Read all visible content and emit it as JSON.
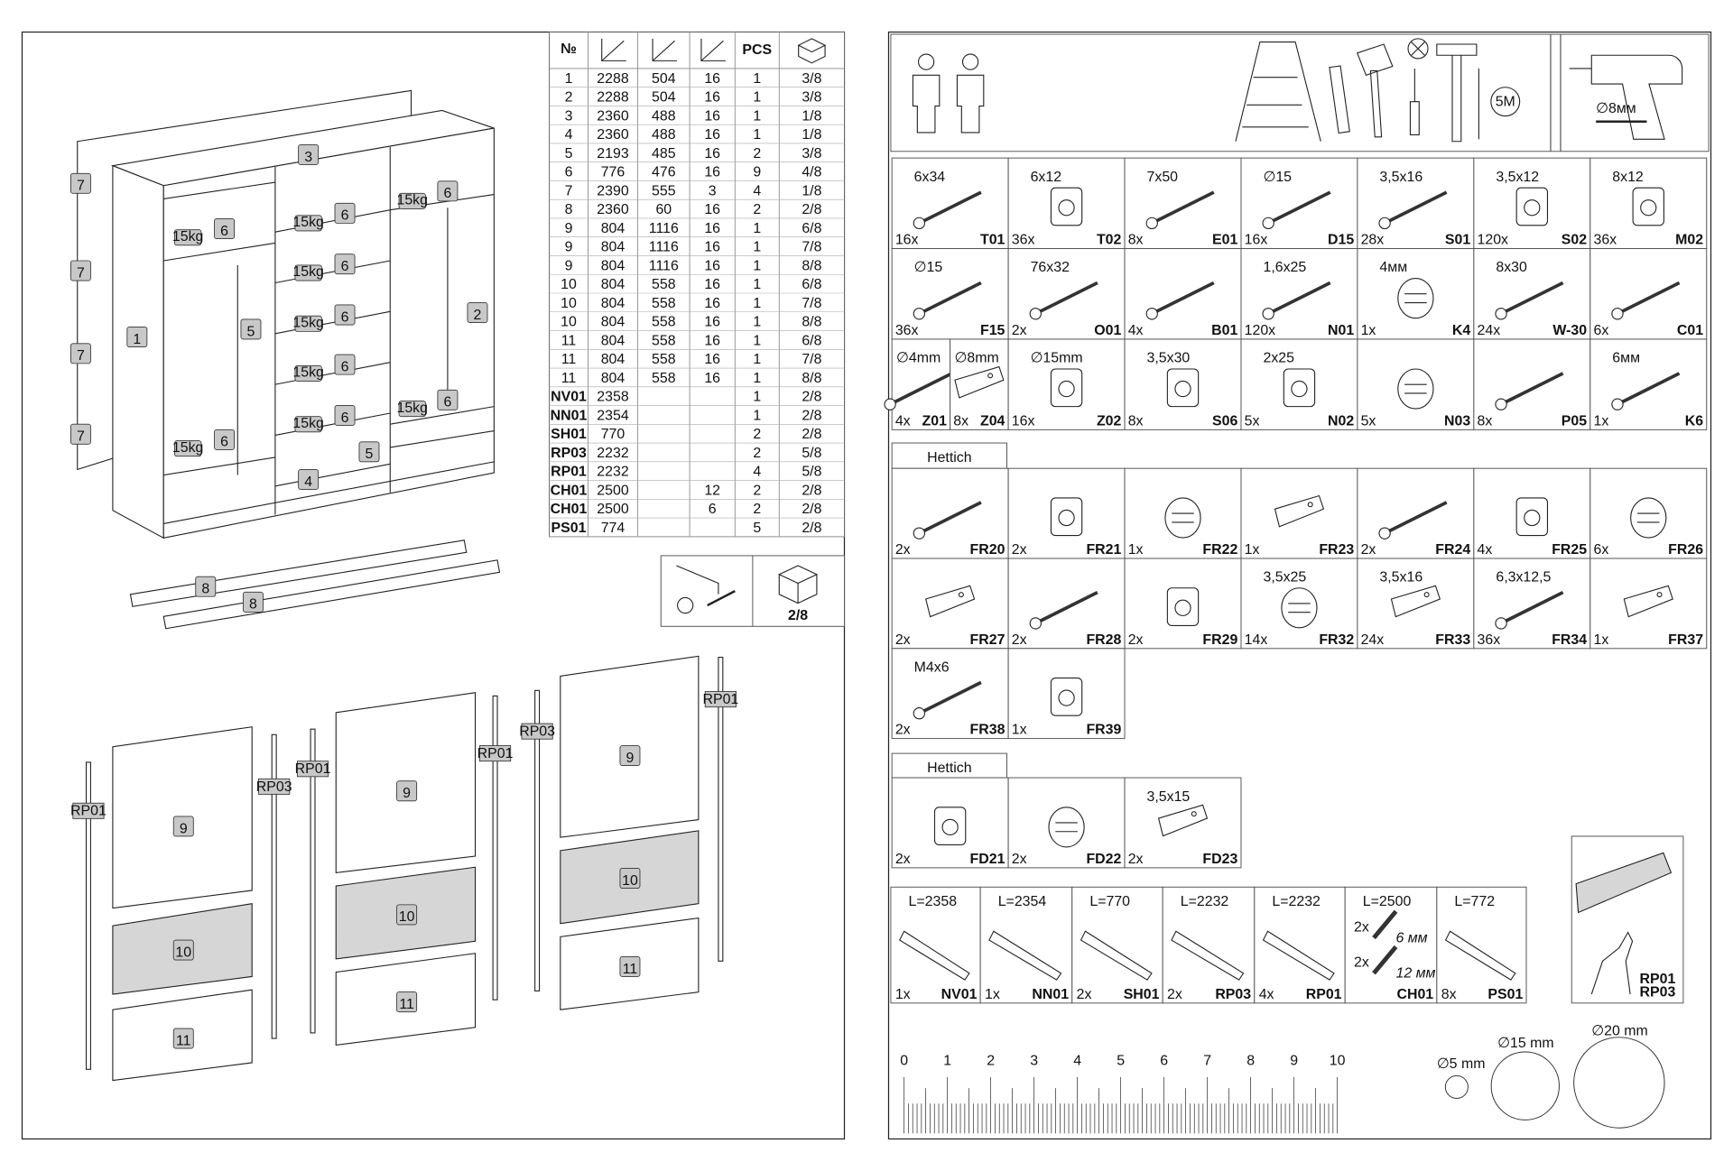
{
  "parts_table": {
    "headers": {
      "no": "№",
      "pcs": "PCS"
    },
    "header_icons": [
      "length-axis-icon",
      "width-axis-icon",
      "thickness-axis-icon",
      "box-icon"
    ],
    "rows": [
      [
        "1",
        "2288",
        "504",
        "16",
        "1",
        "3/8"
      ],
      [
        "2",
        "2288",
        "504",
        "16",
        "1",
        "3/8"
      ],
      [
        "3",
        "2360",
        "488",
        "16",
        "1",
        "1/8"
      ],
      [
        "4",
        "2360",
        "488",
        "16",
        "1",
        "1/8"
      ],
      [
        "5",
        "2193",
        "485",
        "16",
        "2",
        "3/8"
      ],
      [
        "6",
        "776",
        "476",
        "16",
        "9",
        "4/8"
      ],
      [
        "7",
        "2390",
        "555",
        "3",
        "4",
        "1/8"
      ],
      [
        "8",
        "2360",
        "60",
        "16",
        "2",
        "2/8"
      ],
      [
        "9",
        "804",
        "1116",
        "16",
        "1",
        "6/8"
      ],
      [
        "9",
        "804",
        "1116",
        "16",
        "1",
        "7/8"
      ],
      [
        "9",
        "804",
        "1116",
        "16",
        "1",
        "8/8"
      ],
      [
        "10",
        "804",
        "558",
        "16",
        "1",
        "6/8"
      ],
      [
        "10",
        "804",
        "558",
        "16",
        "1",
        "7/8"
      ],
      [
        "10",
        "804",
        "558",
        "16",
        "1",
        "8/8"
      ],
      [
        "11",
        "804",
        "558",
        "16",
        "1",
        "6/8"
      ],
      [
        "11",
        "804",
        "558",
        "16",
        "1",
        "7/8"
      ],
      [
        "11",
        "804",
        "558",
        "16",
        "1",
        "8/8"
      ],
      [
        "NV01",
        "2358",
        "",
        "",
        "1",
        "2/8"
      ],
      [
        "NN01",
        "2354",
        "",
        "",
        "1",
        "2/8"
      ],
      [
        "SH01",
        "770",
        "",
        "",
        "2",
        "2/8"
      ],
      [
        "RP03",
        "2232",
        "",
        "",
        "2",
        "5/8"
      ],
      [
        "RP01",
        "2232",
        "",
        "",
        "4",
        "5/8"
      ],
      [
        "CH01",
        "2500",
        "",
        "12",
        "2",
        "2/8"
      ],
      [
        "CH01",
        "2500",
        "",
        "6",
        "2",
        "2/8"
      ],
      [
        "PS01",
        "774",
        "",
        "",
        "5",
        "2/8"
      ]
    ]
  },
  "fittings_box": {
    "box_label": "2/8"
  },
  "wardrobe_labels": {
    "back": "7",
    "top": "3",
    "left_side": "1",
    "divider": "5",
    "right_side": "2",
    "shelf": "6",
    "bottom": "4",
    "divider2": "5",
    "rail": "8",
    "weight": "15kg",
    "door_top": "9",
    "door_mid": "10",
    "door_bottom": "11",
    "rp01": "RP01",
    "rp03": "RP03"
  },
  "tools": {
    "drill_bit": "∅8мм"
  },
  "hardware": [
    {
      "size": "6x34",
      "qty": "16x",
      "code": "T01"
    },
    {
      "size": "6x12",
      "qty": "36x",
      "code": "T02"
    },
    {
      "size": "7x50",
      "qty": "8x",
      "code": "E01"
    },
    {
      "size": "∅15",
      "qty": "16x",
      "code": "D15"
    },
    {
      "size": "3,5x16",
      "qty": "28x",
      "code": "S01"
    },
    {
      "size": "3,5x12",
      "qty": "120x",
      "code": "S02"
    },
    {
      "size": "8x12",
      "qty": "36x",
      "code": "M02"
    },
    {
      "size": "∅15",
      "qty": "36x",
      "code": "F15"
    },
    {
      "size": "76x32",
      "qty": "2x",
      "code": "O01"
    },
    {
      "size": "",
      "qty": "4x",
      "code": "B01"
    },
    {
      "size": "1,6x25",
      "qty": "120x",
      "code": "N01"
    },
    {
      "size": "4мм",
      "qty": "1x",
      "code": "K4"
    },
    {
      "size": "8x30",
      "qty": "24x",
      "code": "W-30"
    },
    {
      "size": "",
      "qty": "6x",
      "code": "C01"
    },
    {
      "size": "∅4mm",
      "qty": "4x",
      "code": "Z01"
    },
    {
      "size": "∅8mm",
      "qty": "8x",
      "code": "Z04"
    },
    {
      "size": "∅15mm",
      "qty": "16x",
      "code": "Z02"
    },
    {
      "size": "3,5x30",
      "qty": "8x",
      "code": "S06"
    },
    {
      "size": "2x25",
      "qty": "5x",
      "code": "N02"
    },
    {
      "size": "",
      "qty": "5x",
      "code": "N03"
    },
    {
      "size": "",
      "qty": "8x",
      "code": "P05"
    },
    {
      "size": "6мм",
      "qty": "1x",
      "code": "K6"
    }
  ],
  "hettich_1": {
    "title": "Hettich",
    "items": [
      {
        "size": "",
        "qty": "2x",
        "code": "FR20"
      },
      {
        "size": "",
        "qty": "2x",
        "code": "FR21"
      },
      {
        "size": "",
        "qty": "1x",
        "code": "FR22"
      },
      {
        "size": "",
        "qty": "1x",
        "code": "FR23"
      },
      {
        "size": "",
        "qty": "2x",
        "code": "FR24"
      },
      {
        "size": "",
        "qty": "4x",
        "code": "FR25"
      },
      {
        "size": "",
        "qty": "6x",
        "code": "FR26"
      },
      {
        "size": "",
        "qty": "2x",
        "code": "FR27"
      },
      {
        "size": "",
        "qty": "2x",
        "code": "FR28"
      },
      {
        "size": "",
        "qty": "2x",
        "code": "FR29"
      },
      {
        "size": "3,5x25",
        "qty": "14x",
        "code": "FR32"
      },
      {
        "size": "3,5x16",
        "qty": "24x",
        "code": "FR33"
      },
      {
        "size": "6,3x12,5",
        "qty": "36x",
        "code": "FR34"
      },
      {
        "size": "",
        "qty": "1x",
        "code": "FR37"
      },
      {
        "size": "M4x6",
        "qty": "2x",
        "code": "FR38"
      },
      {
        "size": "",
        "qty": "1x",
        "code": "FR39"
      }
    ]
  },
  "hettich_2": {
    "title": "Hettich",
    "items": [
      {
        "size": "",
        "qty": "2x",
        "code": "FD21"
      },
      {
        "size": "",
        "qty": "2x",
        "code": "FD22"
      },
      {
        "size": "3,5x15",
        "qty": "2x",
        "code": "FD23"
      }
    ]
  },
  "profiles": [
    {
      "length": "L=2358",
      "qty": "1x",
      "code": "NV01"
    },
    {
      "length": "L=2354",
      "qty": "1x",
      "code": "NN01"
    },
    {
      "length": "L=770",
      "qty": "2x",
      "code": "SH01"
    },
    {
      "length": "L=2232",
      "qty": "2x",
      "code": "RP03"
    },
    {
      "length": "L=2232",
      "qty": "4x",
      "code": "RP01"
    },
    {
      "length": "L=2500",
      "qty": "",
      "code": "CH01",
      "variants": [
        {
          "qty": "2x",
          "size": "6 мм"
        },
        {
          "qty": "2x",
          "size": "12 мм"
        }
      ]
    },
    {
      "length": "L=772",
      "qty": "8x",
      "code": "PS01"
    }
  ],
  "profile_instruction": {
    "codes": [
      "RP01",
      "RP03"
    ]
  },
  "ruler": {
    "labels": [
      "0",
      "1",
      "2",
      "3",
      "4",
      "5",
      "6",
      "7",
      "8",
      "9",
      "10"
    ]
  },
  "hole_gauges": [
    {
      "label": "∅5 mm",
      "diameter_mm": 5
    },
    {
      "label": "∅15 mm",
      "diameter_mm": 15
    },
    {
      "label": "∅20 mm",
      "diameter_mm": 20
    }
  ]
}
